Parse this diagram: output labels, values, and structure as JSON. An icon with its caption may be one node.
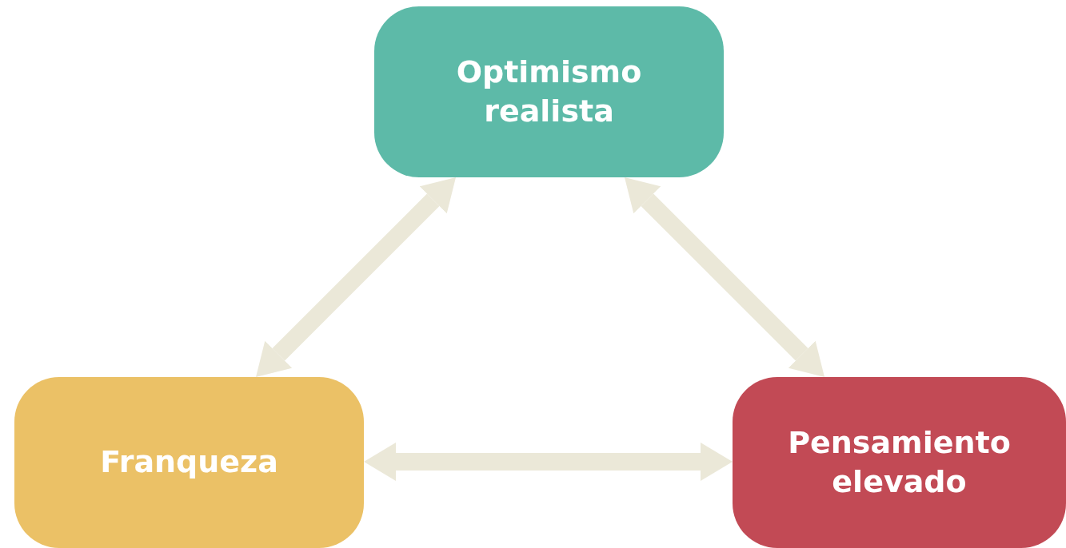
{
  "diagram": {
    "nodes": [
      {
        "text": [
          "Optimismo realista"
        ]
      },
      {
        "text": [
          "Franqueza"
        ]
      },
      {
        "text": [
          "Pensamiento elevado"
        ]
      }
    ],
    "edges": [
      {
        "from": 1,
        "to": 0,
        "arrow": "both"
      },
      {
        "from": 0,
        "to": 2,
        "arrow": "both"
      },
      {
        "from": 1,
        "to": 2,
        "arrow": "both"
      }
    ]
  }
}
